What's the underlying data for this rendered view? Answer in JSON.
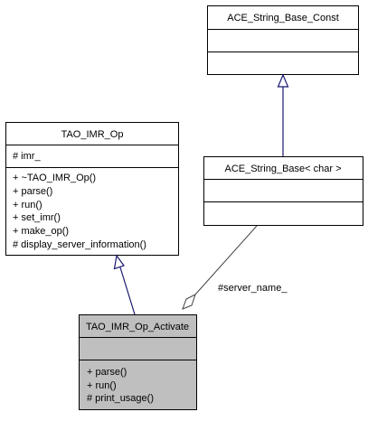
{
  "classes": {
    "string_base_const": {
      "name": "ACE_String_Base_Const",
      "attributes": [],
      "methods": []
    },
    "string_base": {
      "name": "ACE_String_Base< char >",
      "attributes": [],
      "methods": []
    },
    "imr_op": {
      "name": "TAO_IMR_Op",
      "attributes": [
        "# imr_"
      ],
      "methods": [
        "+ ~TAO_IMR_Op()",
        "+ parse()",
        "+ run()",
        "+ set_imr()",
        "+ make_op()",
        "# display_server_information()"
      ]
    },
    "imr_op_activate": {
      "name": "TAO_IMR_Op_Activate",
      "attributes": [],
      "methods": [
        "+ parse()",
        "+ run()",
        "# print_usage()"
      ]
    }
  },
  "edges": {
    "aggregation_label": "#server_name_"
  },
  "colors": {
    "inheritance_edge": "#191970",
    "aggregation_edge": "#404040",
    "highlight_fill": "#bfbfbf"
  }
}
